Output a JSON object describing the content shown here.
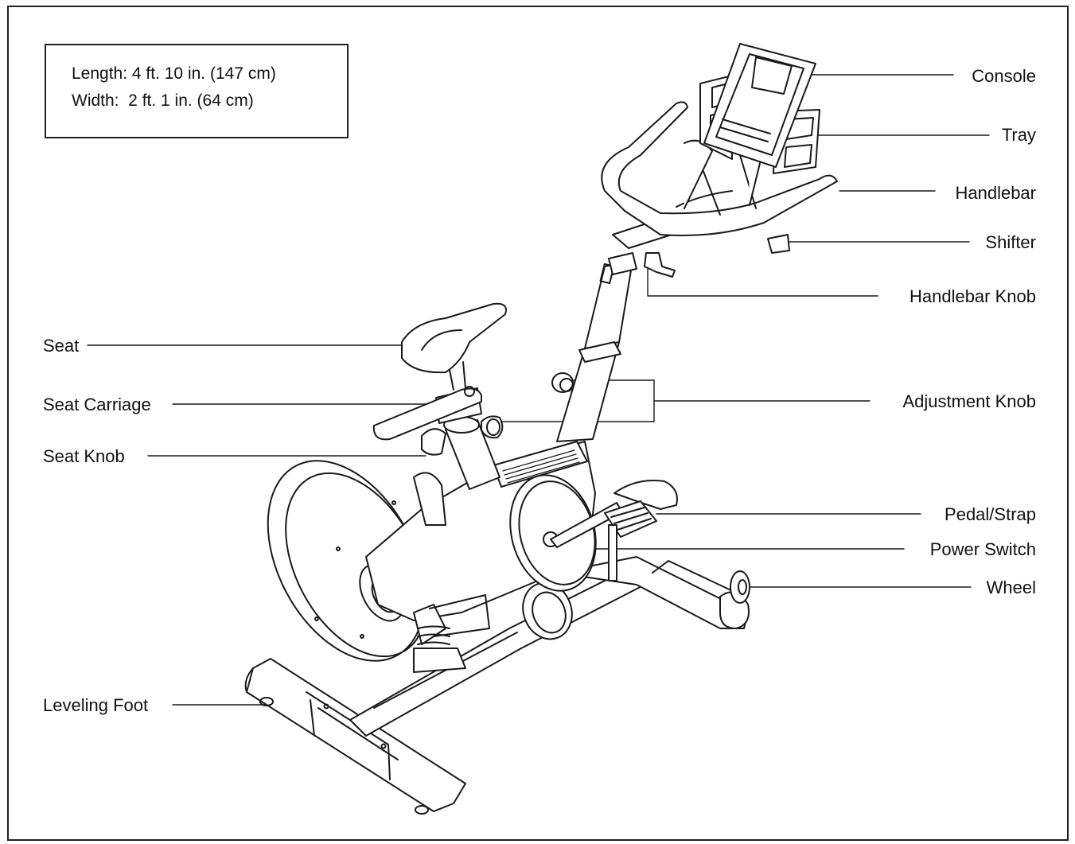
{
  "dimensions": {
    "length": "Length: 4 ft. 10 in. (147 cm)",
    "width": "Width:  2 ft. 1 in. (64 cm)"
  },
  "labels": {
    "console": "Console",
    "tray": "Tray",
    "handlebar": "Handlebar",
    "shifter": "Shifter",
    "handlebar_knob": "Handlebar Knob",
    "adjustment_knob": "Adjustment Knob",
    "pedal_strap": "Pedal/Strap",
    "power_switch": "Power Switch",
    "wheel": "Wheel",
    "seat": "Seat",
    "seat_carriage": "Seat Carriage",
    "seat_knob": "Seat Knob",
    "leveling_foot": "Leveling Foot"
  }
}
